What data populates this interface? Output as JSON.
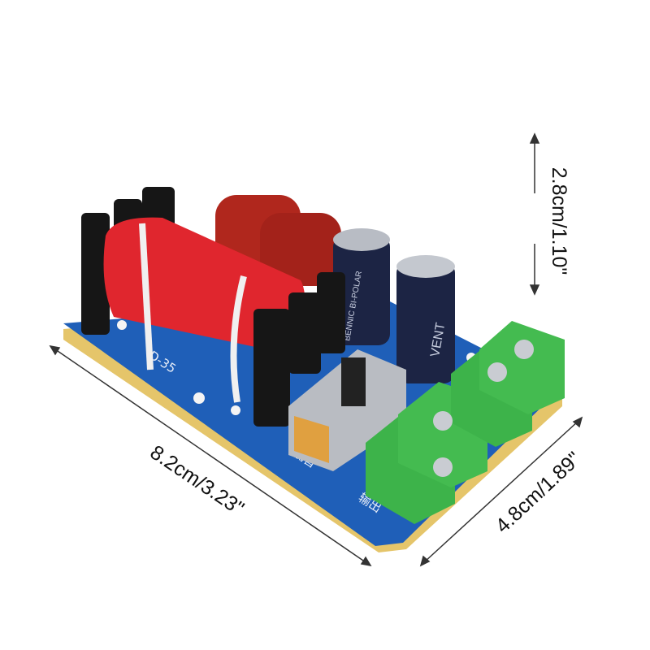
{
  "dimensions": {
    "height": "2.8cm/1.10\"",
    "length": "8.2cm/3.23\"",
    "width": "4.8cm/1.89\""
  },
  "board": {
    "model": "D-35",
    "label_low": "低音",
    "label_output": "输出",
    "capacitor_1_text": "BENNIC BI-POLAR",
    "capacitor_2_text": "VENT"
  },
  "colors": {
    "pcb": "#1f5fb8",
    "coil": "#e0262e",
    "film_cap": "#b0271d",
    "electrolytic": "#1c2444",
    "terminal": "#3db34a"
  }
}
